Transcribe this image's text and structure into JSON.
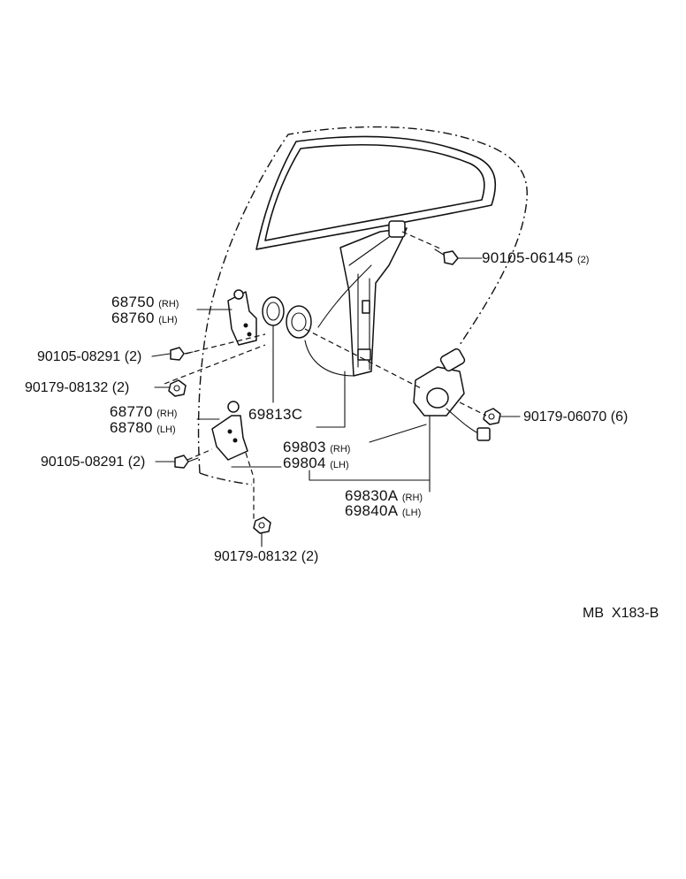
{
  "parts": {
    "hinge_upper": {
      "rh": "68750",
      "rh_side": "(RH)",
      "lh": "68760",
      "lh_side": "(LH)"
    },
    "hinge_lower": {
      "rh": "68770",
      "rh_side": "(RH)",
      "lh": "68780",
      "lh_side": "(LH)"
    },
    "bolt_upper_hinge": {
      "num": "90105-08291",
      "qty": "(2)"
    },
    "nut_upper_hinge": {
      "num": "90179-08132",
      "qty": "(2)"
    },
    "bolt_lower_hinge": {
      "num": "90105-08291",
      "qty": "(2)"
    },
    "nut_lower_hinge": {
      "num": "90179-08132",
      "qty": "(2)"
    },
    "seal": {
      "num": "69813C"
    },
    "regulator": {
      "rh": "69803",
      "rh_side": "(RH)",
      "lh": "69804",
      "lh_side": "(LH)"
    },
    "regulator_motor": {
      "rh": "69830A",
      "rh_side": "(RH)",
      "lh": "69840A",
      "lh_side": "(LH)"
    },
    "bolt_top": {
      "num": "90105-06145",
      "qty": "(2)"
    },
    "nut_motor": {
      "num": "90179-06070",
      "qty": "(6)"
    }
  },
  "figure_code": {
    "prefix": "MB",
    "code": "X183-B"
  }
}
